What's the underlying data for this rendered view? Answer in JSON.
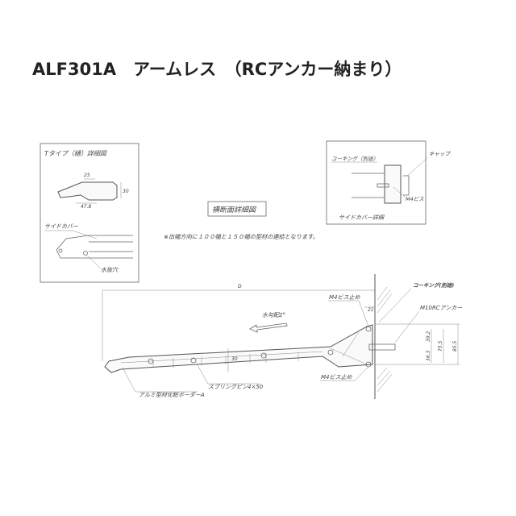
{
  "title": "ALF301A　アームレス　（RCアンカー納まり）",
  "detail_t_type": {
    "heading": "Tタイプ（樋）詳細図",
    "dim_25": "25",
    "dim_30": "30",
    "dim_47_8": "47.8",
    "side_cover": "サイドカバー",
    "drain_hole": "水抜穴"
  },
  "detail_side_cover": {
    "caulking": "コーキング（別途）",
    "cap": "キャップ",
    "screw": "M4ビス",
    "heading": "サイドカバー詳細"
  },
  "section": {
    "heading": "横断面詳細図",
    "note": "※出幅方向に１００幅と１５０幅の型材の連結となります。",
    "dim_d": "D",
    "slope": "水勾配2°",
    "dim_30": "30",
    "pin": "スプリングピン4×50",
    "border": "アルミ型材化粧ボーダーA",
    "screw_top": "M4ビス止め",
    "screw_bottom": "M4ビス止め",
    "caulking": "コーキング(別途)",
    "anchor": "M10RCアンカー",
    "dim_21": "21",
    "dim_39_2": "39.2",
    "dim_36_3": "36.3",
    "dim_75_5": "75.5",
    "dim_85_5": "85.5"
  }
}
